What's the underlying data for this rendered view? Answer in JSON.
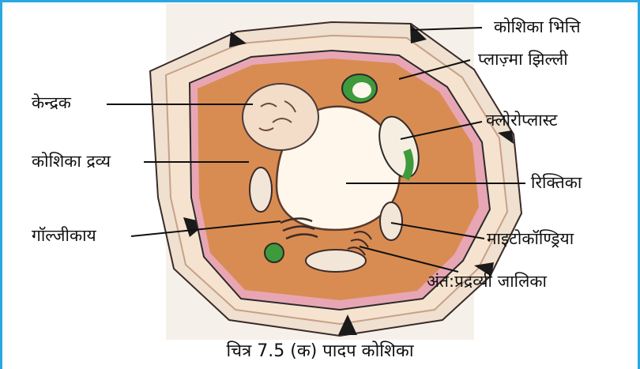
{
  "figure": {
    "labels": {
      "cell_wall": "कोशिका भित्ति",
      "plasma_membrane": "प्लाज़्मा झिल्ली",
      "nucleus": "केन्द्रक",
      "chloroplast": "क्लोरोप्लास्ट",
      "cytoplasm": "कोशिका द्रव्य",
      "vacuole": "रिक्तिका",
      "golgi": "गॉल्जीकाय",
      "mitochondria": "माइटोकॉण्ड्रिया",
      "er": "अंत:प्रद्रव्यी जालिका"
    },
    "caption": "चित्र 7.5 (क) पादप कोशिका"
  },
  "colors": {
    "border": "#2aa7df",
    "wall": "#f2e1cf",
    "cytoplasm": "#d98c52",
    "membrane": "#e6a6b9",
    "vacuole": "#fff7ec",
    "chloroplast": "#3f9a3c",
    "dark_spaces": "#1a1a1a"
  }
}
